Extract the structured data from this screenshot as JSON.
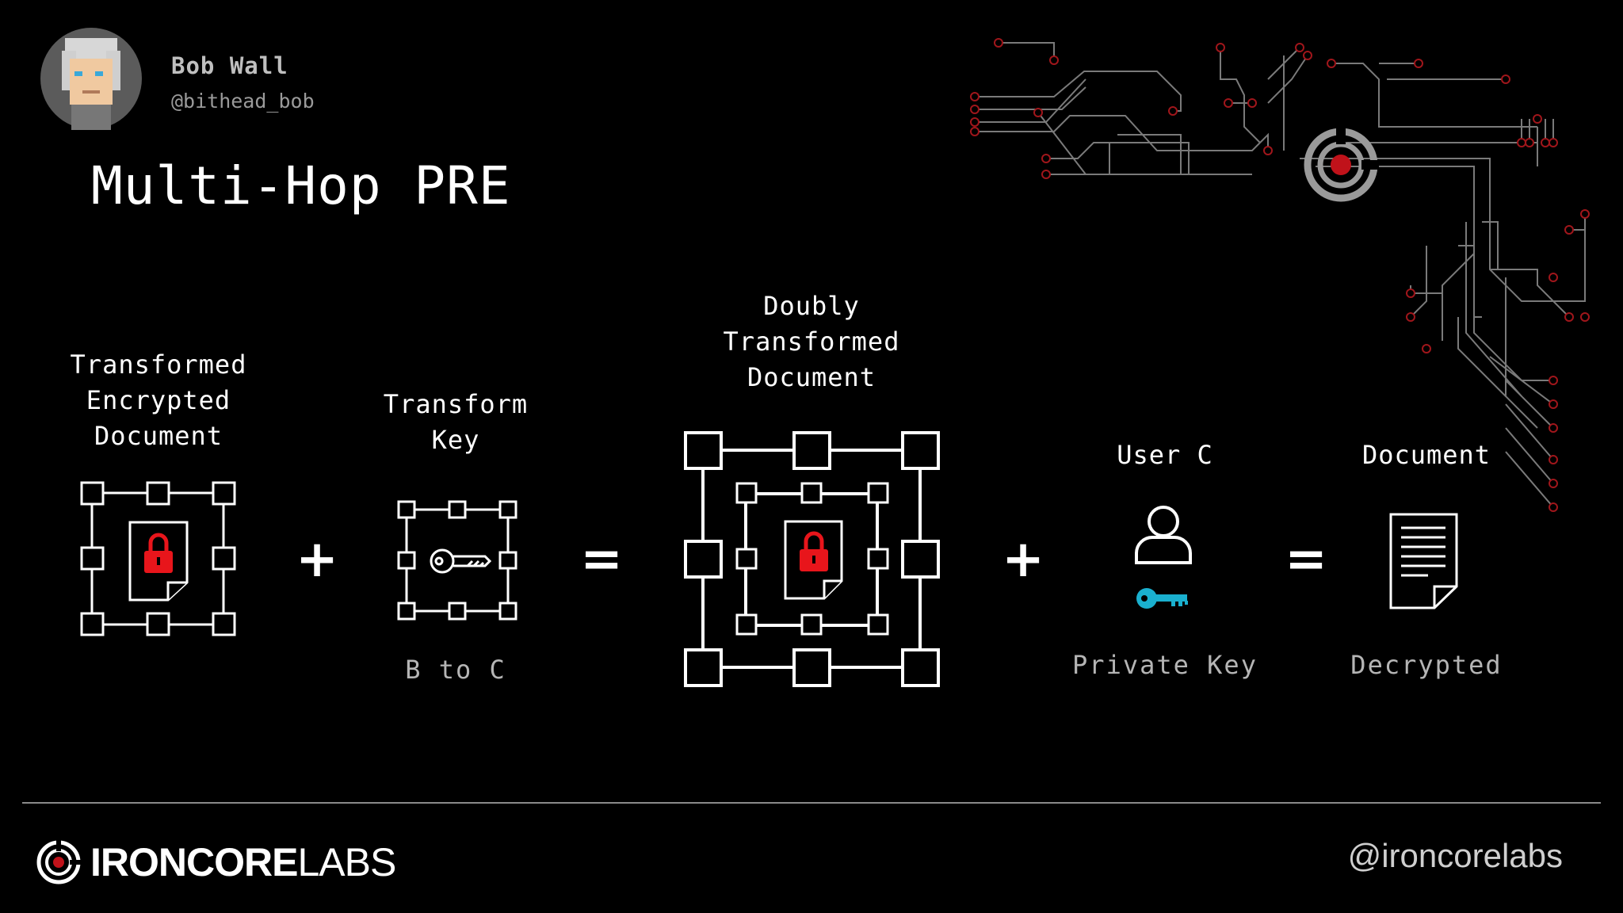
{
  "author": {
    "name": "Bob Wall",
    "handle": "@bithead_bob"
  },
  "slide": {
    "title": "Multi-Hop PRE"
  },
  "equation": {
    "term1": {
      "label_lines": [
        "Transformed",
        "Encrypted",
        "Document"
      ]
    },
    "op1": "+",
    "term2": {
      "label_lines": [
        "Transform",
        "Key"
      ],
      "sublabel": "B to C"
    },
    "op2": "=",
    "term3": {
      "label_lines": [
        "Doubly",
        "Transformed",
        "Document"
      ]
    },
    "op3": "+",
    "term4": {
      "label_lines": [
        "User C"
      ],
      "sublabel": "Private Key"
    },
    "op4": "=",
    "term5": {
      "label_lines": [
        "Document"
      ],
      "sublabel": "Decrypted"
    }
  },
  "footer": {
    "brand_bold": "IRONCORE",
    "brand_light": "LABS",
    "handle": "@ironcorelabs"
  },
  "colors": {
    "background": "#000000",
    "lock": "#e8151b",
    "key_accent": "#1ab0cf",
    "circuit": "#7a7a7a",
    "circuit_node": "#a0161b"
  }
}
